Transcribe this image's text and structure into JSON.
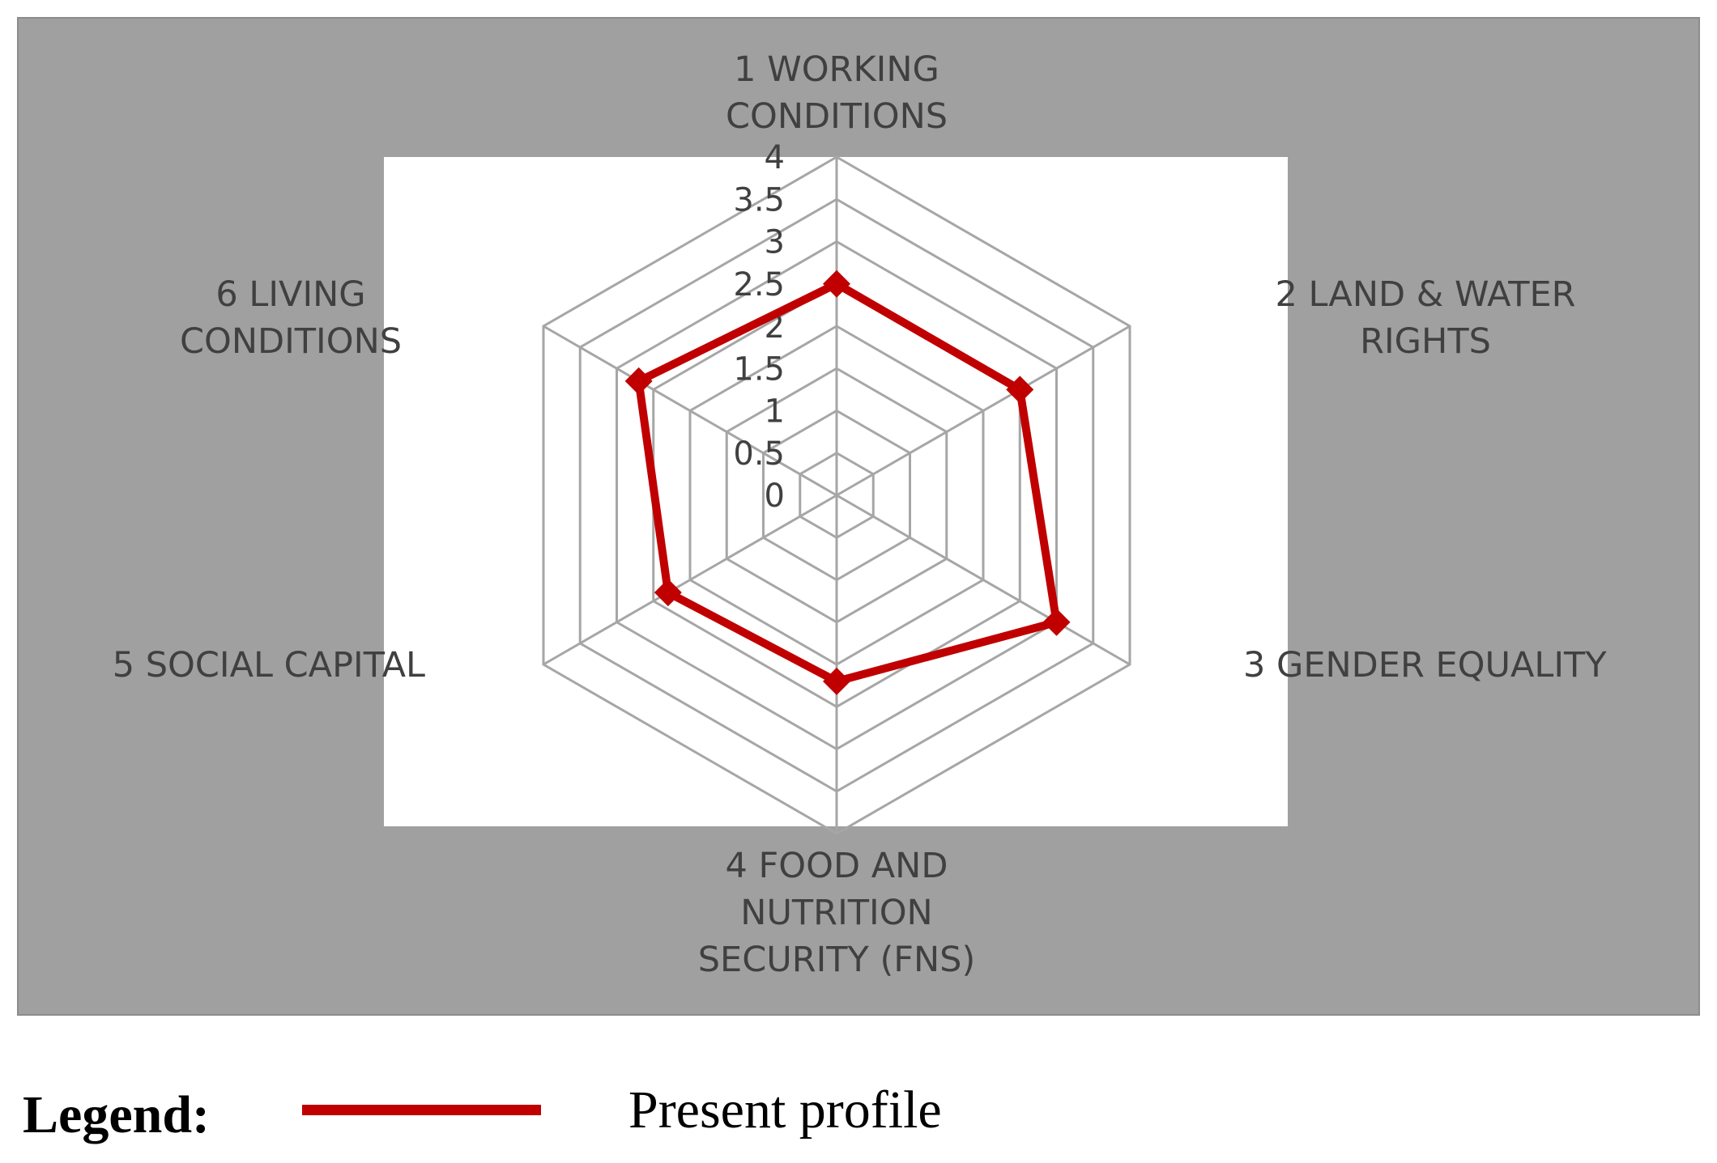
{
  "colors": {
    "panel_background": "#a0a0a0",
    "plot_background": "#ffffff",
    "grid": "#a6a6a6",
    "series": "#c00000",
    "text": "#404040"
  },
  "chart_data": {
    "type": "radar",
    "title": "",
    "categories": [
      "1 WORKING CONDITIONS",
      "2 LAND & WATER RIGHTS",
      "3 GENDER EQUALITY",
      "4 FOOD AND NUTRITION SECURITY (FNS)",
      "5 SOCIAL CAPITAL",
      "6 LIVING CONDITIONS"
    ],
    "category_lines": [
      [
        "1 WORKING",
        "CONDITIONS"
      ],
      [
        "2 LAND & WATER",
        "RIGHTS"
      ],
      [
        "3 GENDER EQUALITY"
      ],
      [
        "4 FOOD AND",
        "NUTRITION",
        "SECURITY (FNS)"
      ],
      [
        "5 SOCIAL CAPITAL"
      ],
      [
        "6 LIVING",
        "CONDITIONS"
      ]
    ],
    "ticks": [
      "0",
      "0.5",
      "1",
      "1.5",
      "2",
      "2.5",
      "3",
      "3.5",
      "4"
    ],
    "rlim": [
      0,
      4
    ],
    "grid": true,
    "legend_position": "bottom",
    "series": [
      {
        "name": "Present profile",
        "values": [
          2.5,
          2.5,
          3.0,
          2.2,
          2.3,
          2.7
        ]
      }
    ]
  },
  "legend": {
    "title": "Legend:",
    "entry_label": "Present profile"
  }
}
